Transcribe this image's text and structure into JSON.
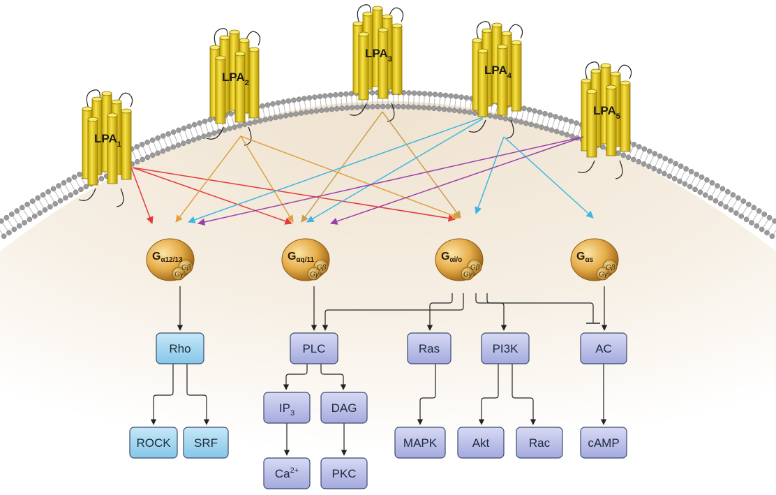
{
  "receptors": [
    {
      "id": "lpa1",
      "base": "LPA",
      "sub": "1"
    },
    {
      "id": "lpa2",
      "base": "LPA",
      "sub": "2"
    },
    {
      "id": "lpa3",
      "base": "LPA",
      "sub": "3"
    },
    {
      "id": "lpa4",
      "base": "LPA",
      "sub": "4"
    },
    {
      "id": "lpa5",
      "base": "LPA",
      "sub": "5"
    }
  ],
  "g_proteins": [
    {
      "id": "g1213",
      "base": "G",
      "sub": "α12/13",
      "beta": "Gβ",
      "gamma": "Gγ"
    },
    {
      "id": "gq11",
      "base": "G",
      "sub": "αq/11",
      "beta": "Gβ",
      "gamma": "Gγ"
    },
    {
      "id": "gio",
      "base": "G",
      "sub": "αi/o",
      "beta": "Gβ",
      "gamma": "Gγ"
    },
    {
      "id": "gs",
      "base": "G",
      "sub": "αs",
      "beta": "Gβ",
      "gamma": "Gγ"
    }
  ],
  "effectors": [
    {
      "id": "rho",
      "label": "Rho"
    },
    {
      "id": "plc",
      "label": "PLC"
    },
    {
      "id": "ras",
      "label": "Ras"
    },
    {
      "id": "pi3k",
      "label": "PI3K"
    },
    {
      "id": "ac",
      "label": "AC"
    }
  ],
  "outputs": [
    {
      "id": "rock",
      "label": "ROCK"
    },
    {
      "id": "srf",
      "label": "SRF"
    },
    {
      "id": "ip3",
      "label": "IP",
      "sub": "3"
    },
    {
      "id": "dag",
      "label": "DAG"
    },
    {
      "id": "ca",
      "label": "Ca",
      "sup": "2+"
    },
    {
      "id": "pkc",
      "label": "PKC"
    },
    {
      "id": "mapk",
      "label": "MAPK"
    },
    {
      "id": "akt",
      "label": "Akt"
    },
    {
      "id": "rac",
      "label": "Rac"
    },
    {
      "id": "camp",
      "label": "cAMP"
    }
  ],
  "colors": {
    "receptor": "#e0c81e",
    "membrane_head": "#9a9a9a",
    "cytoplasm": "#f4ece0",
    "lpa1_arrow": "#e23a3a",
    "lpa2_arrow": "#e0a040",
    "lpa3_arrow": "#c8a050",
    "lpa4_arrow": "#3fb6e0",
    "lpa5_arrow": "#9b3fa8",
    "box_blue": "#9fd4ef",
    "box_lavender": "#b8bde8"
  }
}
